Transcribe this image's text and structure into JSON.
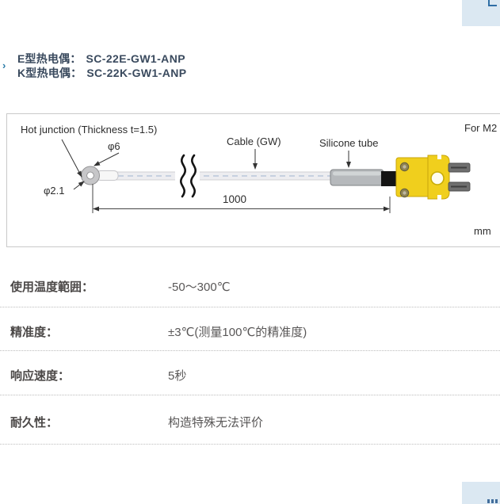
{
  "header": {
    "marker_icon": "›",
    "products": [
      {
        "label": "E型热电偶：",
        "model": "SC-22E-GW1-ANP"
      },
      {
        "label": "K型热电偶：",
        "model": "SC-22K-GW1-ANP"
      }
    ]
  },
  "diagram": {
    "hot_junction_label": "Hot junction (Thickness t=1.5)",
    "head_diameter_label": "φ6",
    "hole_diameter_label": "φ2.1",
    "cable_label": "Cable (GW)",
    "silicone_tube_label": "Silicone tube",
    "purpose_label": "For M2",
    "cable_length_value": "1000",
    "unit_label": "mm"
  },
  "specs": {
    "rows": [
      {
        "label": "使用温度範囲：",
        "value": "-50～300℃"
      },
      {
        "label": "精准度：",
        "value": "±3℃(测量100℃的精准度)"
      },
      {
        "label": "响应速度：",
        "value": "5秒"
      },
      {
        "label": "耐久性：",
        "value": "构造特殊无法评价"
      }
    ]
  },
  "colors": {
    "widget_blue": "#dbe8f2",
    "title_text": "#3a4a5e",
    "marker_teal": "#2b7ca8",
    "connector_yellow": "#f0cf1d",
    "prong_gray": "#6f6f6f",
    "silicone_gray": "#b6b9bc"
  }
}
